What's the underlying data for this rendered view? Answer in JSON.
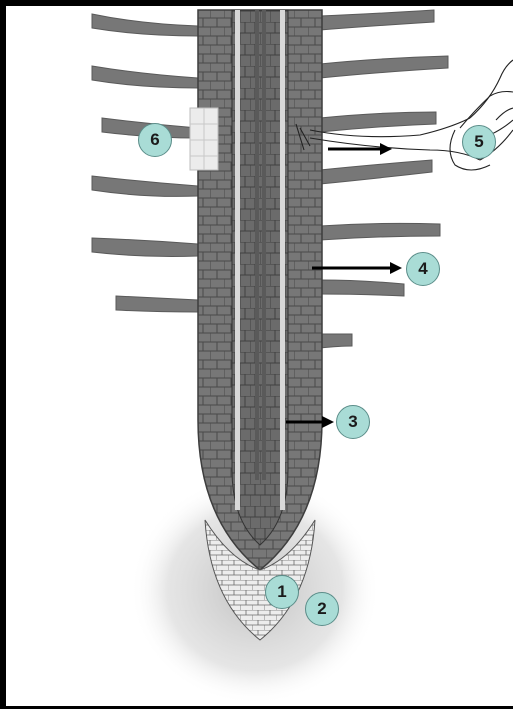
{
  "labels": [
    {
      "id": "1",
      "text": "1"
    },
    {
      "id": "2",
      "text": "2"
    },
    {
      "id": "3",
      "text": "3"
    },
    {
      "id": "4",
      "text": "4"
    },
    {
      "id": "5",
      "text": "5"
    },
    {
      "id": "6",
      "text": "6"
    }
  ],
  "colors": {
    "cell_dark": "#6f6f6f",
    "cell_mid": "#8c8c8c",
    "cell_light": "#d9d9d9",
    "outline": "#3a3a3a",
    "label_fill": "#a9dcd6"
  }
}
